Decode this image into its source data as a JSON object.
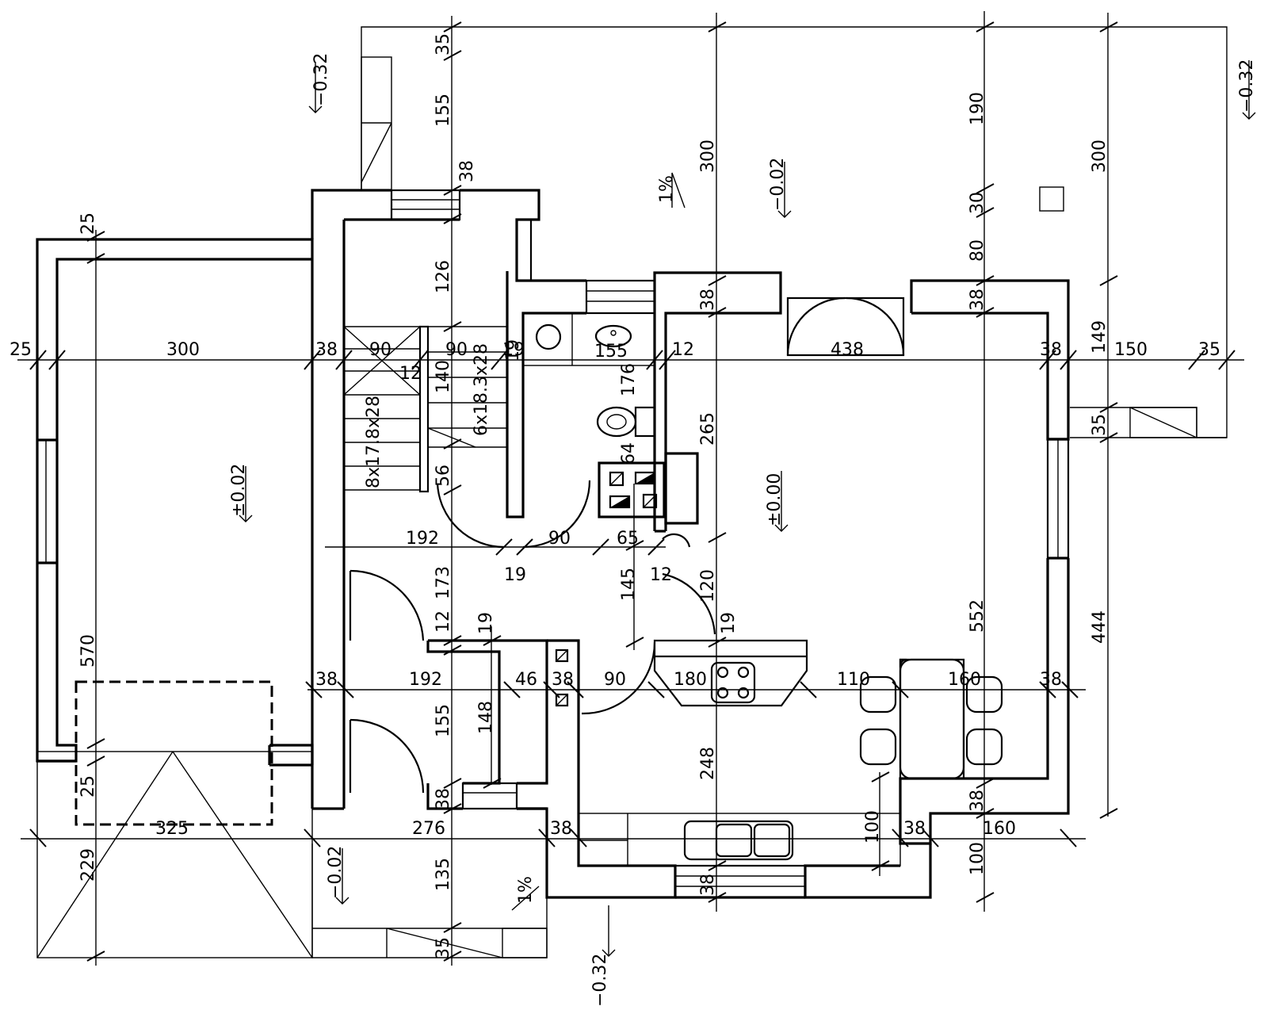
{
  "levels": {
    "garage": "±0.02",
    "terrace": "−0.02",
    "living": "±0.00",
    "entrance": "−0.02",
    "ground_top_left": "−0.32",
    "ground_top_right": "−0.32",
    "ground_bottom": "−0.32"
  },
  "slopes": {
    "terrace": "1%",
    "entrance": "1%"
  },
  "stairs": {
    "flight_lower": "8x17.8x28",
    "flight_upper": "6x18.3x28"
  },
  "dimensions": {
    "d_25_top": "25",
    "d_25_left": "25",
    "d_300_garage": "300",
    "d_38_left": "38",
    "d_90_a": "90",
    "d_90_b": "90",
    "d_19_a": "19",
    "d_155_bath": "155",
    "d_12_a": "12",
    "d_438": "438",
    "d_38_right_a": "38",
    "d_149": "149",
    "d_150": "150",
    "d_35_right": "35",
    "d_35_top": "35",
    "d_155_top": "155",
    "d_38_top": "38",
    "d_126": "126",
    "d_12_b": "12",
    "d_140": "140",
    "d_56": "56",
    "d_300_top": "300",
    "d_38_c": "38",
    "d_265": "265",
    "d_190": "190",
    "d_30": "30",
    "d_80": "80",
    "d_38_d": "38",
    "d_300_right": "300",
    "d_35_r2": "35",
    "d_176": "176",
    "d_64": "64",
    "d_192_a": "192",
    "d_90_c": "90",
    "d_65": "65",
    "d_19_b": "19",
    "d_12_c": "12",
    "d_173": "173",
    "d_145": "145",
    "d_120": "120",
    "d_12_d": "12",
    "d_19_c": "19",
    "d_19_d": "19",
    "d_570": "570",
    "d_552": "552",
    "d_444": "444",
    "d_38_e": "38",
    "d_192_b": "192",
    "d_46": "46",
    "d_38_f": "38",
    "d_90_d": "90",
    "d_180": "180",
    "d_110": "110",
    "d_160_a": "160",
    "d_38_g": "38",
    "d_155_hall": "155",
    "d_148": "148",
    "d_248": "248",
    "d_38_h": "38",
    "d_38_i": "38",
    "d_325": "325",
    "d_276": "276",
    "d_38_j": "38",
    "d_100_a": "100",
    "d_38_k": "38",
    "d_160_b": "160",
    "d_100_b": "100",
    "d_229": "229",
    "d_135": "135",
    "d_38_l": "38",
    "d_35_bottom": "35"
  }
}
